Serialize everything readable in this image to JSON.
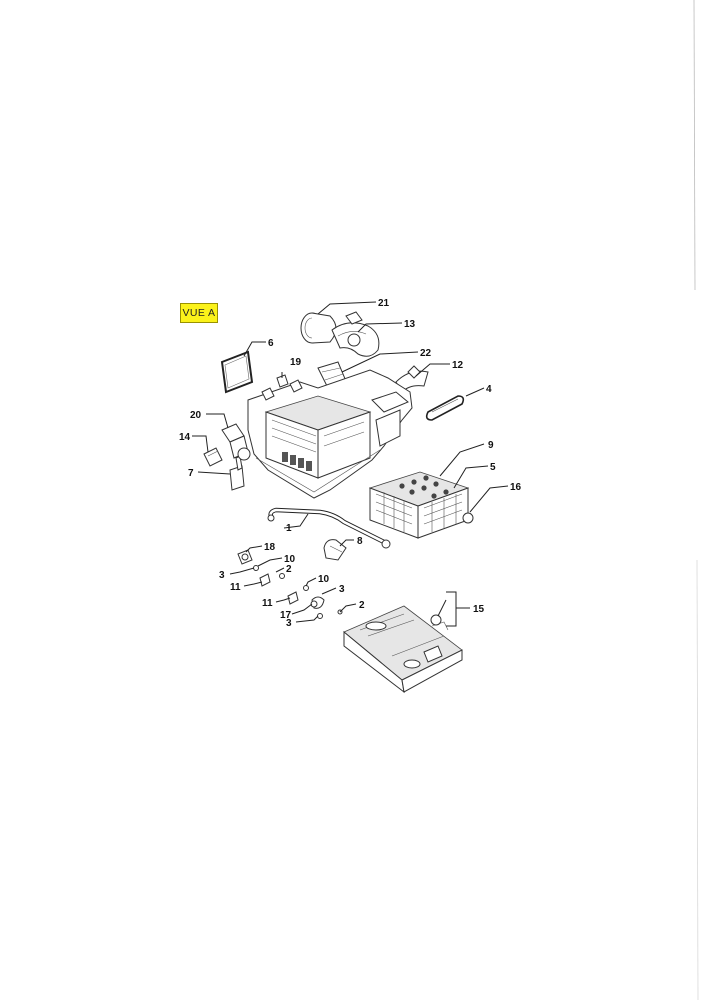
{
  "view_label": "VUE A",
  "callouts": {
    "c21": "21",
    "c13": "13",
    "c6": "6",
    "c19": "19",
    "c22": "22",
    "c12": "12",
    "c4": "4",
    "c20": "20",
    "c14": "14",
    "c7": "7",
    "c9": "9",
    "c5": "5",
    "c16": "16",
    "c1": "1",
    "c8": "8",
    "c18": "18",
    "c10a": "10",
    "c3a": "3",
    "c2a": "2",
    "c11a": "11",
    "c10b": "10",
    "c3b": "3",
    "c11b": "11",
    "c17": "17",
    "c3c": "3",
    "c2b": "2",
    "c15": "15"
  },
  "colors": {
    "tag_background": "#fbf21a",
    "line": "#222222"
  }
}
